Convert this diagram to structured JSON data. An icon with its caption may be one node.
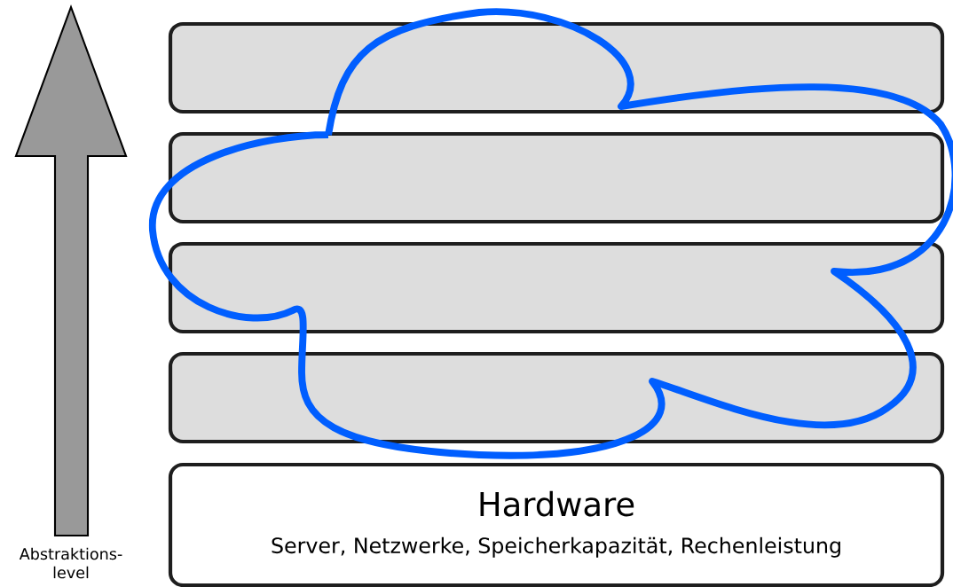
{
  "diagram": {
    "nodes": [
      {
        "text": [],
        "shape": "box"
      },
      {
        "text": [],
        "shape": "box"
      },
      {
        "text": [],
        "shape": "box"
      },
      {
        "text": [],
        "shape": "box"
      },
      {
        "text": [
          "Hardware",
          "Server, Netzwerke, Speicherkapazität, Rechenleistung"
        ]
      }
    ],
    "labels": [
      "Abstraktions- level"
    ]
  }
}
